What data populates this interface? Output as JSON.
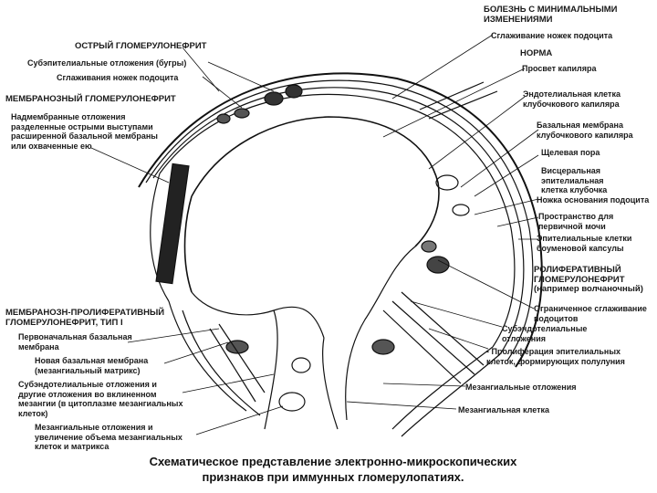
{
  "labels": {
    "minimal_change": "БОЛЕЗНЬ С МИНИМАЛЬНЫМИ\nИЗМЕНЕНИЯМИ",
    "foot_smoothing": "Сглаживание ножек подоцита",
    "norm": "НОРМА",
    "capillary_lumen": "Просвет капиляра",
    "endothelial": "Эндотелиальная клетка\nклубочкового капиляра",
    "basal_membrane": "Базальная мембрана\nклубочкового капиляра",
    "slit_pore": "Щелевая пора",
    "visceral": "Висцеральная\nэпителиальная\nклетка клубочка",
    "podocyte_leg": "Ножка основания подоцита",
    "primary_urine": "Пространство для\nпервичной мочи",
    "bowman": "Эпителиальные клетки\nбоуменовой капсулы",
    "proliferative": "РОЛИФЕРАТИВНЫЙ\nГЛОМЕРУЛОНЕФРИТ\n(например волчаночный)",
    "limited_smoothing": "Ограниченное сглаживание\nподоцитов",
    "subendothelial": "Субэндотелиальные\nотложения",
    "epithelial_prolif": "- Пролиферация эпителиальных\nклеток, формирующих полулуния",
    "mesangial_deposits": "Мезангиальные отложения",
    "mesangial_cell": "Мезангиальная клетка",
    "acute_gn": "ОСТРЫЙ ГЛОМЕРУЛОНЕФРИТ",
    "subepithelial": "Субэпителиальные отложения (бугры)",
    "foot_smoothings": "Сглаживания ножек подоцита",
    "membranous": "МЕМБРАНОЗНЫЙ ГЛОМЕРУЛОНЕФРИТ",
    "supramembrane": "Надмембранные отложения\nразделенные острыми выступами\nрасширенной базальной мембраны\nили охваченные ею",
    "mpgn": "МЕМБРАНОЗН-ПРОЛИФЕРАТИВНЫЙ\nГЛОМЕРУЛОНЕФРИТ, ТИП I",
    "primary_basal": "Первоначальная базальная\nмембрана",
    "new_basal": "Новая базальная мембрана\n(мезангиальный матрикс)",
    "subendo_other": "Субэндотелиальные отложения и\nдругие отложения во вклиненном\nмезангии (в цитоплазме мезангиальных\nклеток)",
    "mesangial_increase": "Мезангиальные отложения и\nувеличение объема мезангиальных\nклеток и матрикса"
  },
  "caption": "Схематическое представление электронно-микроскопических\nпризнаков при иммунных гломерулопатиях."
}
